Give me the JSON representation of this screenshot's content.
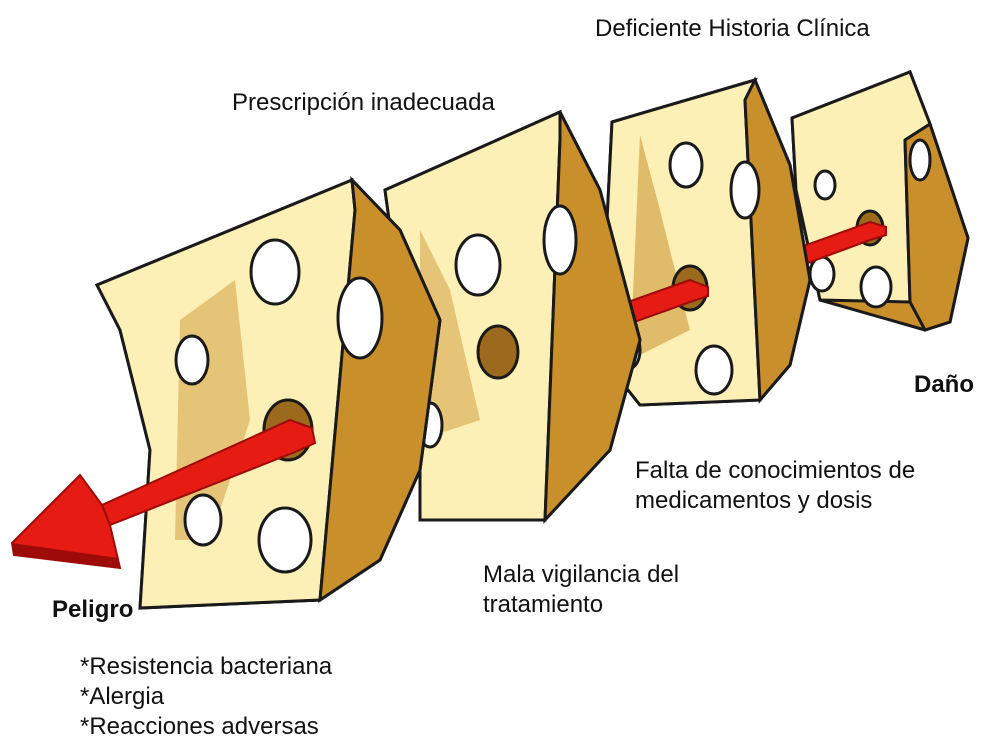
{
  "labels": {
    "historia": "Deficiente Historia Clínica",
    "prescripcion": "Prescripción inadecuada",
    "dano": "Daño",
    "falta": [
      "Falta de conocimientos de",
      "medicamentos y dosis"
    ],
    "vigilancia": [
      "Mala vigilancia del",
      "tratamiento"
    ],
    "peligro": "Peligro",
    "consecuencias": [
      "*Resistencia bacteriana",
      "*Alergia",
      "*Reacciones adversas"
    ]
  },
  "colors": {
    "cheese_face": "#fdf0b6",
    "cheese_side": "#c98f2a",
    "cheese_shadow": "#b07a22",
    "hole": "#9b6a1c",
    "arrow": "#e51b14",
    "arrow_dark": "#9d0b08",
    "outline": "#1a1a1a"
  },
  "icons": [
    "cheese-slice-icon",
    "hazard-arrow-icon"
  ]
}
